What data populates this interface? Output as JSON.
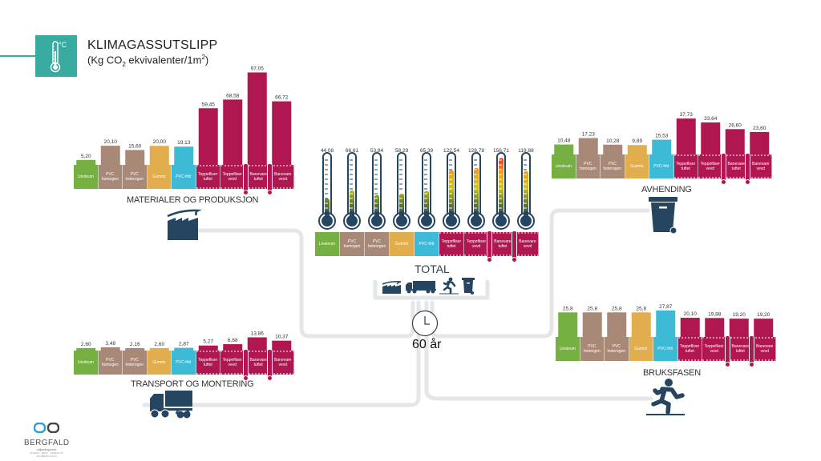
{
  "header": {
    "icon": "thermometer-celsius-icon",
    "title": "KLIMAGASSUTSLIPP",
    "subtitle_prefix": "(Kg CO",
    "subtitle_sub": "2",
    "subtitle_mid": " ekvivalenter/1m",
    "subtitle_sup": "2",
    "subtitle_suffix": ")"
  },
  "categories": [
    {
      "label": "Linoleum",
      "color": "#76b043",
      "type": "plain"
    },
    {
      "label": "PVC homogen",
      "color": "#a88876",
      "type": "plain"
    },
    {
      "label": "PVC heterogen",
      "color": "#a88876",
      "type": "plain"
    },
    {
      "label": "Gummi",
      "color": "#e2ae4d",
      "type": "plain"
    },
    {
      "label": "PVC-fritt",
      "color": "#3cbad6",
      "type": "plain"
    },
    {
      "label": "Teppefliser tuftet",
      "color": "#b0164f",
      "type": "carpet"
    },
    {
      "label": "Teppefliser vevd",
      "color": "#b0164f",
      "type": "carpet"
    },
    {
      "label": "Banevare tuftet",
      "color": "#b0164f",
      "type": "roll"
    },
    {
      "label": "Banevare vevd",
      "color": "#b0164f",
      "type": "roll"
    }
  ],
  "sections": {
    "materials": {
      "label": "MATERIALER OG PRODUKSJON",
      "icon": "factory-icon"
    },
    "disposal": {
      "label": "AVHENDING",
      "icon": "wheelie-bin-icon"
    },
    "transport": {
      "label": "TRANSPORT OG MONTERING",
      "icon": "truck-icon"
    },
    "use": {
      "label": "BRUKSFASEN",
      "icon": "running-person-icon"
    },
    "total": {
      "label": "TOTAL",
      "icons": [
        "factory-icon",
        "truck-icon",
        "running-person-icon",
        "wheelie-bin-icon"
      ]
    }
  },
  "lifetime": {
    "icon": "clock-icon",
    "label": "60 år"
  },
  "logo": {
    "name": "BERGFALD",
    "sub": "miljørådgivere",
    "tag": "CICERO · ZERO · GRØNN PÅ MILJØRÅDGIVING"
  },
  "chart_data": [
    {
      "id": "materials",
      "type": "bar",
      "title": "MATERIALER OG PRODUKSJON",
      "categories": [
        "Linoleum",
        "PVC homogen",
        "PVC heterogen",
        "Gummi",
        "PVC-fritt",
        "Teppefliser tuftet",
        "Teppefliser vevd",
        "Banevare tuftet",
        "Banevare vevd"
      ],
      "values": [
        5.2,
        20.1,
        15.6,
        20.0,
        19.13,
        59.45,
        68.58,
        97.05,
        66.72
      ],
      "labels": [
        "5,20",
        "20,10",
        "15,60",
        "20,00",
        "19,13",
        "59,45",
        "68,58",
        "97,05",
        "66,72"
      ],
      "unit": "Kg CO2 ekvivalenter/1m2",
      "xlabel": "",
      "ylabel": ""
    },
    {
      "id": "disposal",
      "type": "bar",
      "title": "AVHENDING",
      "categories": [
        "Linoleum",
        "PVC homogen",
        "PVC heterogen",
        "Gummi",
        "PVC-fritt",
        "Teppefliser tuftet",
        "Teppefliser vevd",
        "Banevare tuftet",
        "Banevare vevd"
      ],
      "values": [
        10.48,
        17.23,
        10.28,
        9.89,
        15.53,
        37.73,
        33.64,
        26.6,
        23.6
      ],
      "labels": [
        "10,48",
        "17,23",
        "10,28",
        "9,89",
        "15,53",
        "37,73",
        "33,64",
        "26,60",
        "23,60"
      ],
      "unit": "Kg CO2 ekvivalenter/1m2",
      "xlabel": "",
      "ylabel": ""
    },
    {
      "id": "transport",
      "type": "bar",
      "title": "TRANSPORT OG MONTERING",
      "categories": [
        "Linoleum",
        "PVC homogen",
        "PVC heterogen",
        "Gummi",
        "PVC-fritt",
        "Teppefliser tuftet",
        "Teppefliser vevd",
        "Banevare tuftet",
        "Banevare vevd"
      ],
      "values": [
        2.6,
        3.48,
        2.16,
        2.6,
        2.87,
        5.27,
        6.68,
        13.86,
        10.37
      ],
      "labels": [
        "2,60",
        "3,48",
        "2,16",
        "2,60",
        "2,87",
        "5,27",
        "6,68",
        "13,86",
        "10,37"
      ],
      "unit": "Kg CO2 ekvivalenter/1m2",
      "xlabel": "",
      "ylabel": ""
    },
    {
      "id": "use",
      "type": "bar",
      "title": "BRUKSFASEN",
      "categories": [
        "Linoleum",
        "PVC homogen",
        "PVC heterogen",
        "Gummi",
        "PVC-fritt",
        "Teppefliser tuftet",
        "Teppefliser vevd",
        "Banevare tuftet",
        "Banevare vevd"
      ],
      "values": [
        25.8,
        25.8,
        25.8,
        25.8,
        27.87,
        20.1,
        19.88,
        19.2,
        19.2
      ],
      "labels": [
        "25,8",
        "25,8",
        "25,8",
        "25,8",
        "27,87",
        "20,10",
        "19,88",
        "19,20",
        "19,20"
      ],
      "unit": "Kg CO2 ekvivalenter/1m2",
      "xlabel": "",
      "ylabel": ""
    },
    {
      "id": "total",
      "type": "bar",
      "style": "thermometer",
      "title": "TOTAL",
      "subtitle": "60 år",
      "categories": [
        "Linoleum",
        "PVC homogen",
        "PVC heterogen",
        "Gummi",
        "PVC-fritt",
        "Teppefliser tuftet",
        "Teppefliser vevd",
        "Banevare tuftet",
        "Banevare vevd"
      ],
      "values": [
        44.08,
        66.61,
        53.84,
        58.29,
        65.39,
        122.54,
        128.78,
        156.71,
        119.88
      ],
      "labels": [
        "44,08",
        "66,61",
        "53,84",
        "58,29",
        "65,39",
        "122,54",
        "128,78",
        "156,71",
        "119,88"
      ],
      "ylim": [
        0,
        160
      ],
      "unit": "Kg CO2 ekvivalenter/1m2",
      "xlabel": "",
      "ylabel": ""
    }
  ]
}
